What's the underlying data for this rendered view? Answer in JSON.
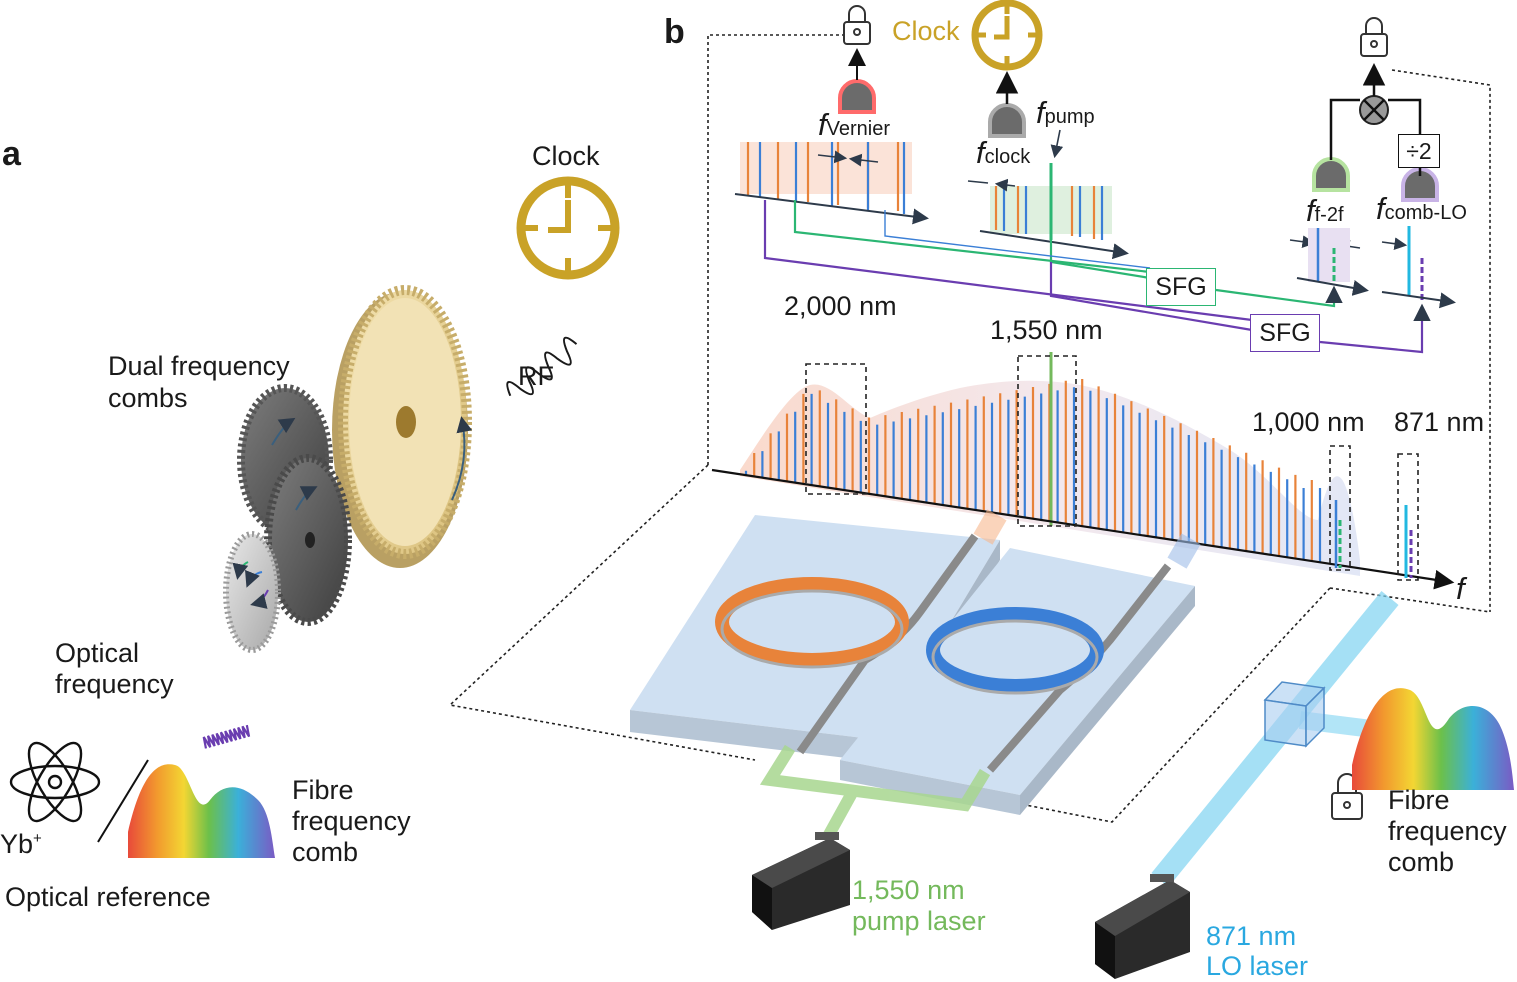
{
  "panel_a": {
    "label": "a",
    "clock": "Clock",
    "rf": "RF",
    "dual_combs": [
      "Dual frequency",
      "combs"
    ],
    "optical_frequency": [
      "Optical",
      "frequency"
    ],
    "ion": "Yb",
    "ion_charge": "+",
    "fibre_comb": [
      "Fibre",
      "frequency",
      "comb"
    ],
    "optical_reference": "Optical reference"
  },
  "panel_b": {
    "label": "b",
    "clock": "Clock",
    "f_symbol": "f",
    "f_vernier_sub": "Vernier",
    "f_clock_sub": "clock",
    "f_pump_sub": "pump",
    "f_f2f_sub": "f-2f",
    "f_comblo_sub": "comb-LO",
    "divide": "÷2",
    "sfg_1": "SFG",
    "sfg_2": "SFG",
    "wl_2000": "2,000 nm",
    "wl_1550": "1,550 nm",
    "wl_1000": "1,000 nm",
    "wl_871": "871 nm",
    "axis_f": "f",
    "pump_laser": [
      "1,550 nm",
      "pump laser"
    ],
    "lo_laser": [
      "871 nm",
      "LO laser"
    ],
    "fibre_comb": [
      "Fibre",
      "frequency",
      "comb"
    ]
  },
  "colors": {
    "gold": "#c9a227",
    "comb_orange": "#e8833a",
    "comb_blue": "#3b7fd6",
    "green": "#2bb673",
    "purple": "#6a3db0",
    "pump_green": "#74b95c",
    "lo_cyan": "#2aa8e0"
  },
  "icons": [
    "padlock-icon",
    "clock-icon",
    "photodetector-icon",
    "mixer-icon",
    "atom-icon",
    "gear-icon",
    "spectrum-icon",
    "laser-box-icon",
    "beamsplitter-cube-icon"
  ]
}
